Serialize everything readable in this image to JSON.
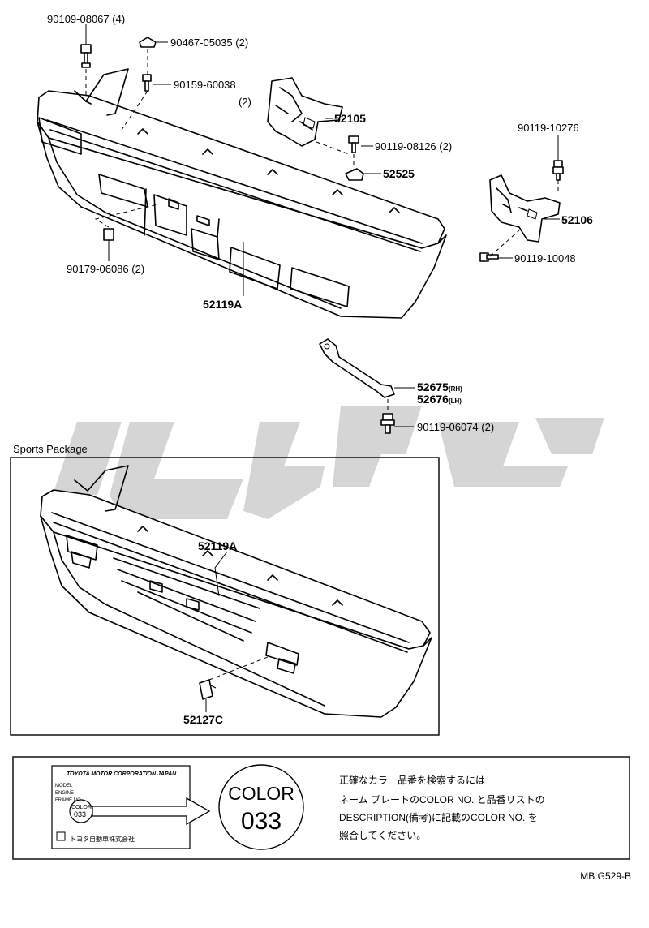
{
  "parts": {
    "p1": {
      "number": "90109-08067",
      "qty": "(4)"
    },
    "p2": {
      "number": "90467-05035",
      "qty": "(2)"
    },
    "p3": {
      "number": "90159-60038",
      "qty": "(2)"
    },
    "p4": {
      "number": "52105"
    },
    "p5": {
      "number": "90119-08126",
      "qty": "(2)"
    },
    "p6": {
      "number": "52525"
    },
    "p7": {
      "number": "90119-10276"
    },
    "p8": {
      "number": "52106"
    },
    "p9": {
      "number": "90119-10048"
    },
    "p10": {
      "number": "90179-06086",
      "qty": "(2)"
    },
    "p11": {
      "number": "52119A"
    },
    "p12": {
      "number": "52675",
      "side": "(RH)"
    },
    "p13": {
      "number": "52676",
      "side": "(LH)"
    },
    "p14": {
      "number": "90119-06074",
      "qty": "(2)"
    },
    "p15": {
      "number": "52119A"
    },
    "p16": {
      "number": "52127C"
    }
  },
  "sports_package": {
    "title": "Sports Package"
  },
  "color_box": {
    "plate_header": "TOYOTA MOTOR CORPORATION JAPAN",
    "plate_rows": [
      "MODEL",
      "ENGINE",
      "FRAME NO."
    ],
    "plate_color": "COLOR",
    "plate_code": "033",
    "plate_footer": "トヨタ自動車株式会社",
    "circle_word": "COLOR",
    "circle_code": "033",
    "note_lines": [
      "正確なカラー品番を検索するには",
      "ネーム プレートのCOLOR NO. と品番リストの",
      "DESCRIPTION(備考)に記載のCOLOR NO. を",
      "照合してください。"
    ]
  },
  "diagram_code": "MB G529-B",
  "colors": {
    "line": "#000000",
    "watermark": "#d4d4d4"
  }
}
